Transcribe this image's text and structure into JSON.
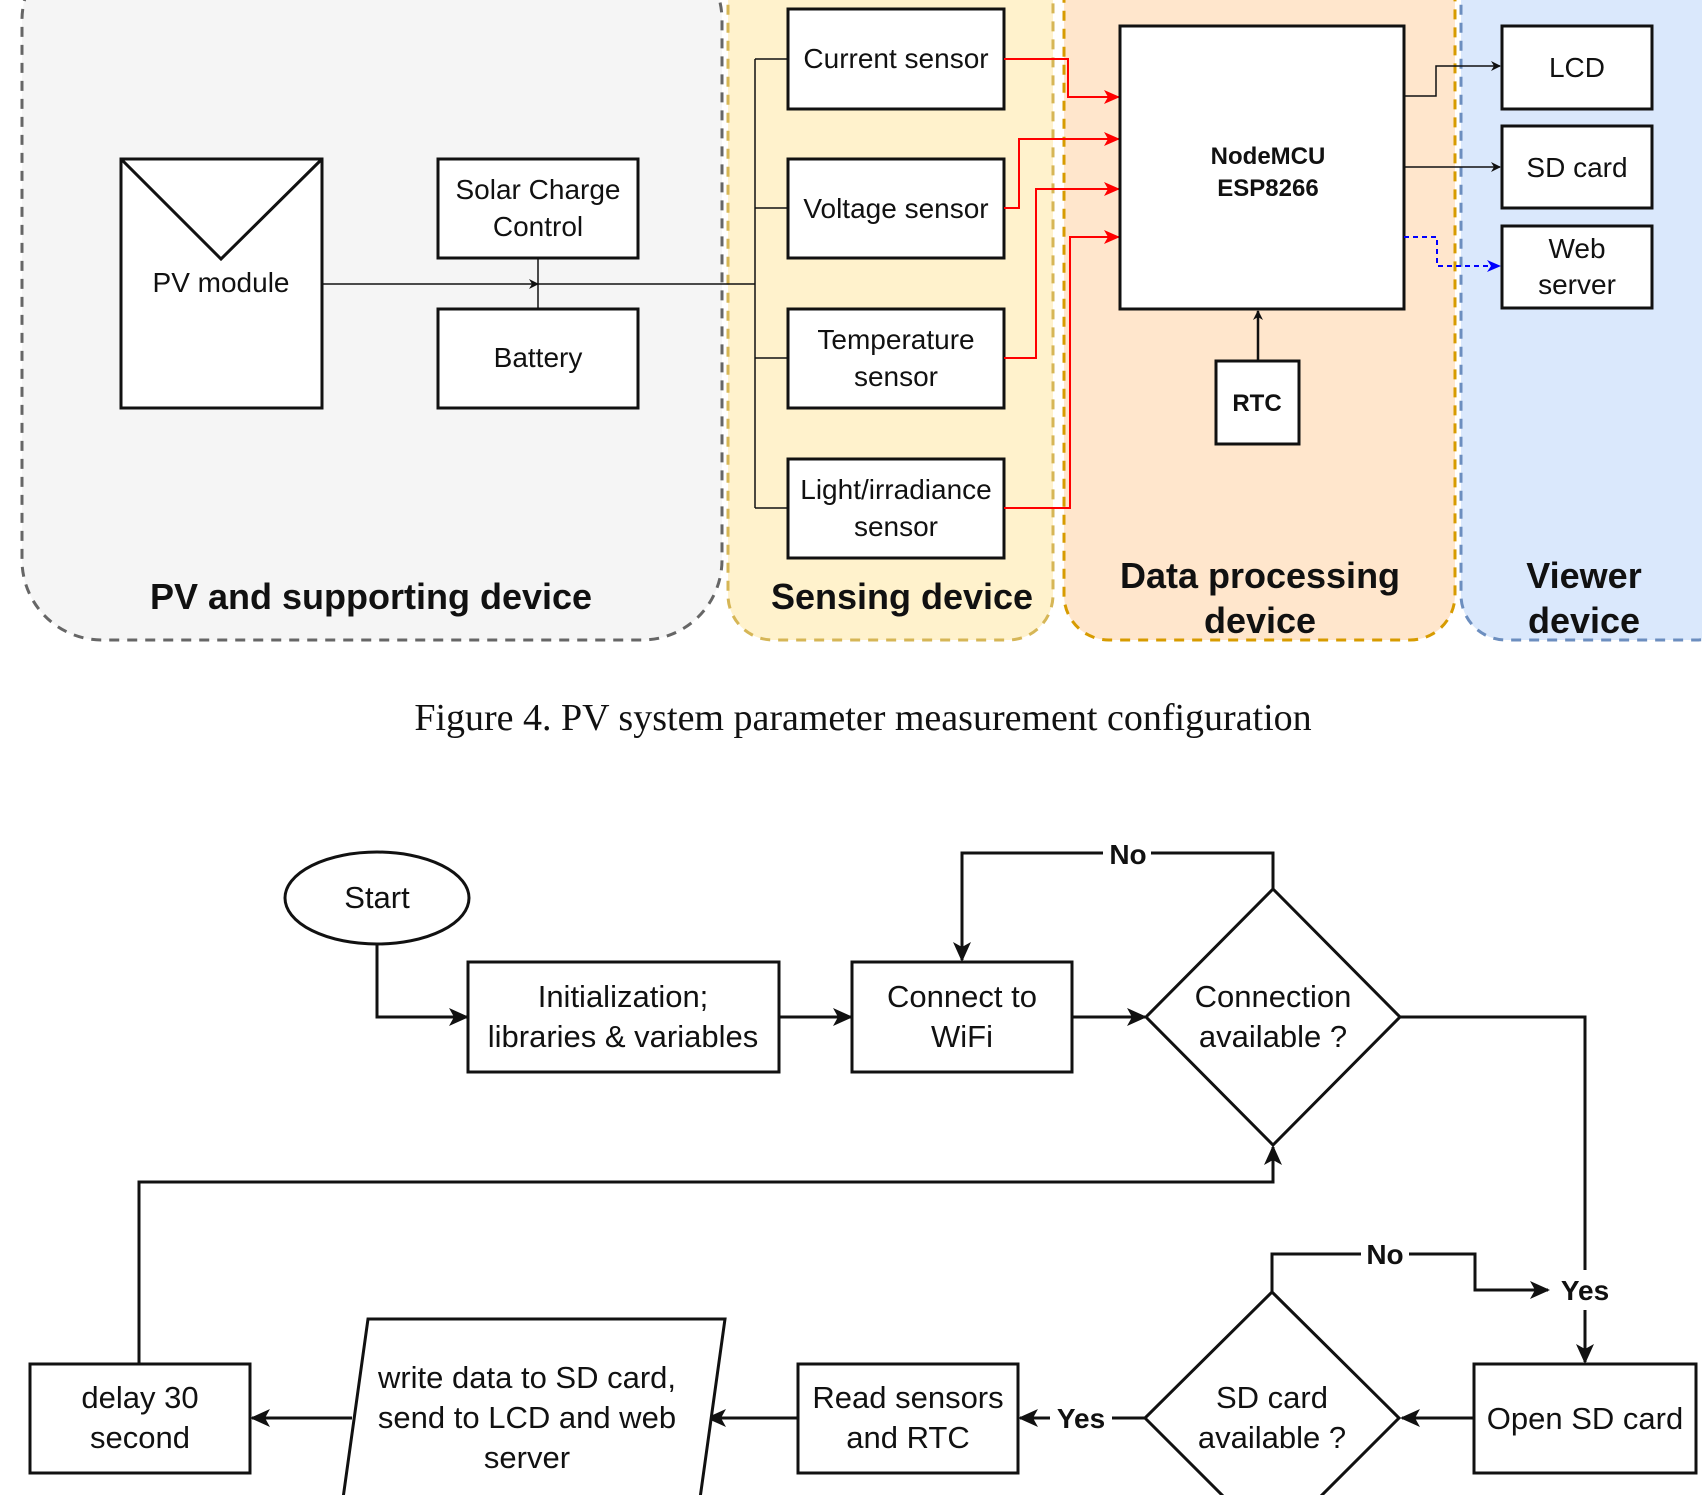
{
  "figure4": {
    "groups": {
      "pv": {
        "title": "PV and supporting device",
        "fill": "#f5f5f5",
        "stroke": "#666666"
      },
      "sensing": {
        "title": "Sensing device",
        "fill": "#fff2cc",
        "stroke": "#d6b656"
      },
      "processing": {
        "title_line1": "Data processing",
        "title_line2": "device",
        "fill": "#ffe6cc",
        "stroke": "#d79b00"
      },
      "viewer": {
        "title_line1": "Viewer",
        "title_line2": "device",
        "fill": "#dae8fc",
        "stroke": "#6c8ebf"
      }
    },
    "pv_module": "PV module",
    "charge_control_line1": "Solar Charge",
    "charge_control_line2": "Control",
    "battery": "Battery",
    "sensors": {
      "current": "Current sensor",
      "voltage": "Voltage sensor",
      "temperature_line1": "Temperature",
      "temperature_line2": "sensor",
      "light_line1": "Light/irradiance",
      "light_line2": "sensor"
    },
    "mcu_line1": "NodeMCU",
    "mcu_line2": "ESP8266",
    "rtc": "RTC",
    "outputs": {
      "lcd": "LCD",
      "sd_card": "SD card",
      "web_line1": "Web",
      "web_line2": "server"
    },
    "colors": {
      "sensor_link": "#ff0000",
      "web_link": "#0000ff",
      "line": "#111111"
    },
    "caption": "Figure 4. PV system parameter measurement configuration"
  },
  "flowchart": {
    "start": "Start",
    "init_line1": "Initialization;",
    "init_line2": "libraries & variables",
    "connect_line1": "Connect to",
    "connect_line2": "WiFi",
    "conn_check_line1": "Connection",
    "conn_check_line2": "available ?",
    "no_label_1": "No",
    "yes_label_1": "Yes",
    "open_sd": "Open SD card",
    "sd_check_line1": "SD card",
    "sd_check_line2": "available ?",
    "no_label_2": "No",
    "yes_label_2": "Yes",
    "read_line1": "Read sensors",
    "read_line2": "and RTC",
    "write_line1": "write data to SD card,",
    "write_line2": "send to LCD and web",
    "write_line3": "server",
    "delay_line1": "delay 30",
    "delay_line2": "second"
  }
}
